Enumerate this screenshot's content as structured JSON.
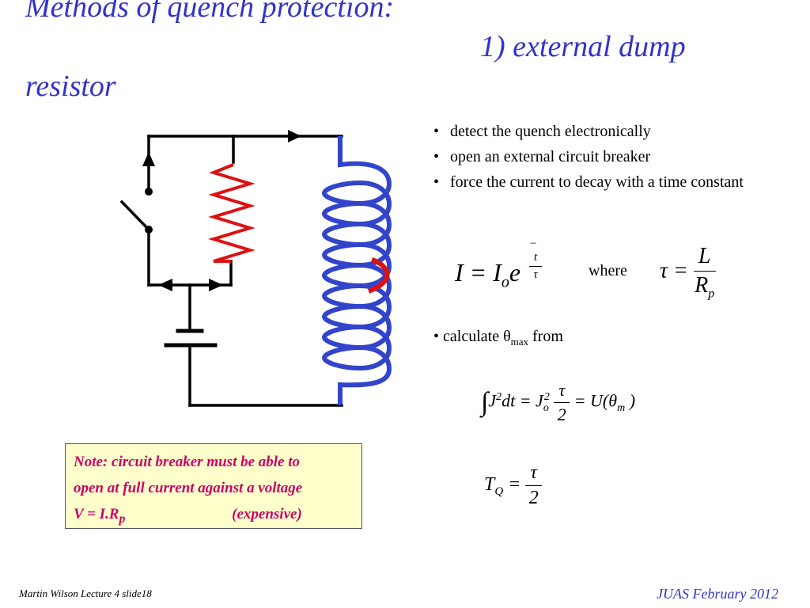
{
  "title": {
    "line1": "Methods of quench protection:",
    "line2": "1) external dump",
    "line3": "resistor"
  },
  "bullets": [
    "detect the quench electronically",
    "open an external circuit breaker",
    "force the current to decay with a time constant"
  ],
  "where_label": "where",
  "calc": {
    "prefix": "calculate θ",
    "sub": "max",
    "suffix": " from"
  },
  "note": {
    "line1": "Note: circuit breaker must be able to",
    "line2": "open at full current against a voltage",
    "line3_main": "V = I.R",
    "line3_sub": "p",
    "line3_extra": "(expensive)"
  },
  "footer": {
    "left": "Martin Wilson Lecture 4 slide18",
    "right": "JUAS February 2012"
  },
  "colors": {
    "title": "#3333cc",
    "coil": "#3344cc",
    "quench_section": "#dd1111",
    "resistor": "#dd1111",
    "note_text": "#cc0066",
    "note_bg": "#ffffcc"
  }
}
